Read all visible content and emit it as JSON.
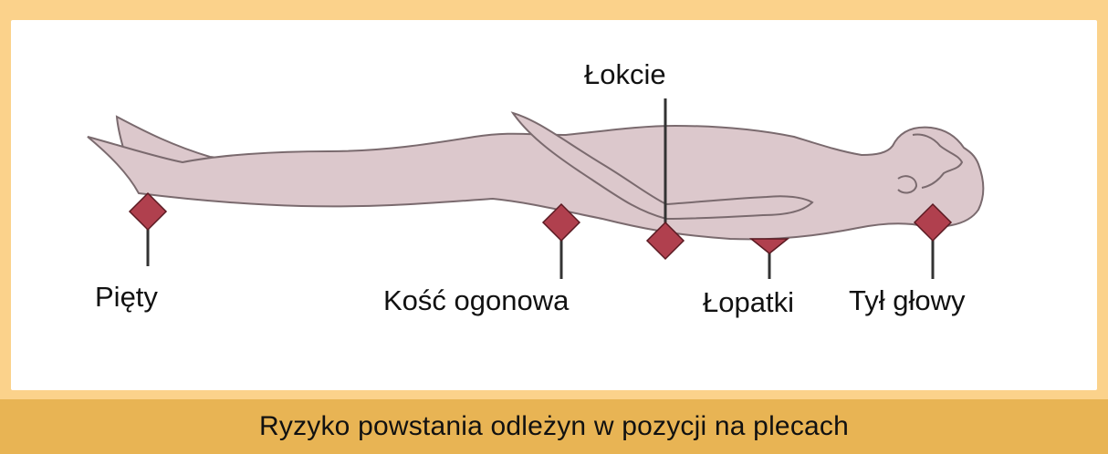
{
  "colors": {
    "frame": "#fbd28b",
    "caption_bar": "#e8b454",
    "body_fill": "#dcc8cc",
    "body_stroke": "#7a6a6e",
    "marker": "#b0404e",
    "marker_stroke": "#5a1a22",
    "leader_line": "#333333"
  },
  "labels": {
    "heels": "Pięty",
    "tailbone": "Kość ogonowa",
    "elbows": "Łokcie",
    "shoulder_blades": "Łopatki",
    "back_of_head": "Tył głowy"
  },
  "caption": "Ryzyko powstania odleżyn w pozycji na plecach"
}
